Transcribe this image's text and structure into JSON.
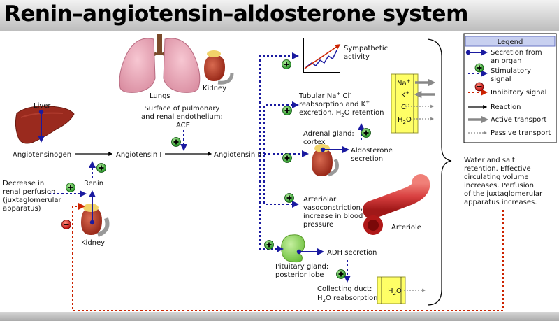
{
  "title": "Renin–angiotensin–aldosterone system",
  "colors": {
    "secretion": "#1a1aa0",
    "stimulatory": "#1a1aa0",
    "inhibitory": "#cc2200",
    "plus": "#33aa33",
    "minus": "#cc0000",
    "organ_red": "#a83224",
    "lung_pink": "#e8a8b8",
    "gland_green": "#8fce5a",
    "ion_box": "#ffff66"
  },
  "nodes": {
    "liver": "Liver",
    "angiotensinogen": "Angiotensinogen",
    "angiotensin1": "Angiotensin I",
    "angiotensin2": "Angiotensin II",
    "renin": "Renin",
    "kidney_bottom": "Kidney",
    "kidney_top": "Kidney",
    "lungs": "Lungs",
    "perfusion": [
      "Decrease in",
      "renal perfusion",
      "(juxtaglomerular",
      "apparatus)"
    ],
    "ace": [
      "Surface of pulmonary",
      "and renal endothelium:",
      "ACE"
    ],
    "sympathetic": [
      "Sympathetic",
      "activity"
    ],
    "tubular": {
      "line1": [
        "Tubular Na",
        "+",
        " Cl",
        "-"
      ],
      "line2": [
        "reabsorption and K",
        "+"
      ],
      "line3": [
        "excretion. H",
        "2",
        "O retention"
      ]
    },
    "adrenal": [
      "Adrenal gland:",
      "cortex"
    ],
    "aldosterone": [
      "Aldosterone",
      "secretion"
    ],
    "arteriolar": [
      "Arteriolar",
      "vasoconstriction,",
      "increase in blood",
      "pressure"
    ],
    "arteriole": "Arteriole",
    "pituitary": [
      "Pituitary gland:",
      "posterior lobe"
    ],
    "adh": "ADH secretion",
    "collecting": {
      "line1": "Collecting duct:",
      "line2": [
        "H",
        "2",
        "O reabsorption"
      ]
    },
    "water_salt": [
      "Water and salt",
      "retention. Effective",
      "circulating volume",
      "increases. Perfusion",
      "of the juxtaglomerular",
      "apparatus increases."
    ]
  },
  "ion_box": {
    "na": [
      "Na",
      "+"
    ],
    "k": [
      "K",
      "+"
    ],
    "cl": [
      "Cl",
      "-"
    ],
    "h2o": [
      "H",
      "2",
      "O"
    ]
  },
  "collect_box": [
    "H",
    "2",
    "O"
  ],
  "legend": {
    "title": "Legend",
    "items": [
      [
        "Secretion from",
        "an organ"
      ],
      [
        "Stimulatory",
        "signal"
      ],
      [
        "Inhibitory signal"
      ],
      [
        "Reaction"
      ],
      [
        "Active transport"
      ],
      [
        "Passive transport"
      ]
    ]
  }
}
